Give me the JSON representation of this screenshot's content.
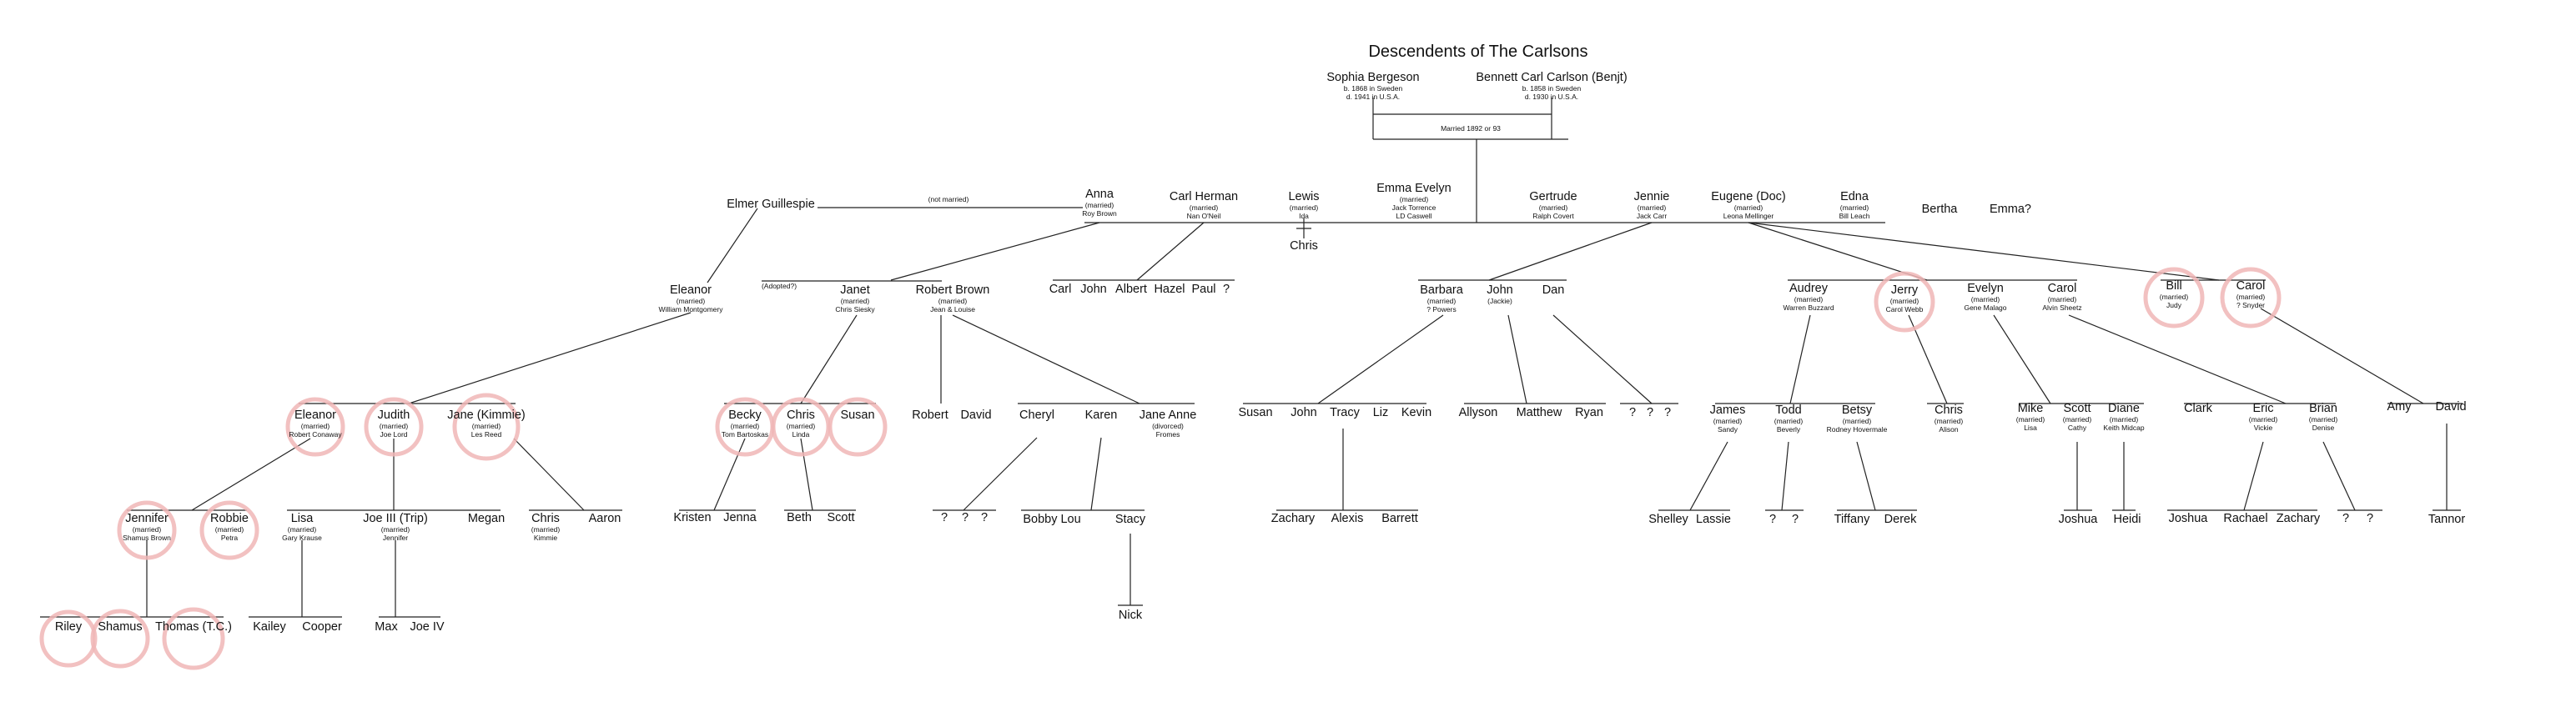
{
  "title": "Descendents of The Carlsons",
  "people": {
    "sophia": {
      "name": "Sophia Bergeson",
      "sub": [
        "b. 1868 in Sweden",
        "d. 1941 in U.S.A."
      ]
    },
    "bennett": {
      "name": "Bennett Carl Carlson (Benjt)",
      "sub": [
        "b. 1858 in Sweden",
        "d. 1930 in U.S.A."
      ]
    },
    "elmer": {
      "name": "Elmer Guillespie",
      "sub": []
    },
    "anna": {
      "name": "Anna",
      "sub": [
        "(married)",
        "Roy Brown"
      ]
    },
    "carlherman": {
      "name": "Carl Herman",
      "sub": [
        "(married)",
        "Nan O'Neil"
      ]
    },
    "lewis": {
      "name": "Lewis",
      "sub": [
        "(married)",
        "Ida"
      ]
    },
    "emma_evelyn": {
      "name": "Emma Evelyn",
      "sub": [
        "(married)",
        "Jack Torrence",
        "LD Caswell"
      ]
    },
    "gertrude": {
      "name": "Gertrude",
      "sub": [
        "(married)",
        "Ralph Covert"
      ]
    },
    "jennie": {
      "name": "Jennie",
      "sub": [
        "(married)",
        "Jack Carr"
      ]
    },
    "eugene": {
      "name": "Eugene (Doc)",
      "sub": [
        "(married)",
        "Leona Mellinger"
      ]
    },
    "edna": {
      "name": "Edna",
      "sub": [
        "(married)",
        "Bill Leach"
      ]
    },
    "bertha": {
      "name": "Bertha",
      "sub": []
    },
    "emmaq": {
      "name": "Emma?",
      "sub": []
    },
    "eleanor1": {
      "name": "Eleanor",
      "sub": [
        "(married)",
        "William Montgomery"
      ]
    },
    "janet": {
      "name": "Janet",
      "sub": [
        "(married)",
        "Chris Siesky"
      ]
    },
    "robertbrown": {
      "name": "Robert Brown",
      "sub": [
        "(married)",
        "Jean & Louise"
      ]
    },
    "carl2": {
      "name": "Carl",
      "sub": []
    },
    "john1": {
      "name": "John",
      "sub": []
    },
    "albert": {
      "name": "Albert",
      "sub": []
    },
    "hazel": {
      "name": "Hazel",
      "sub": []
    },
    "paul": {
      "name": "Paul",
      "sub": []
    },
    "q1": {
      "name": "?",
      "sub": []
    },
    "chris1": {
      "name": "Chris",
      "sub": []
    },
    "barbara": {
      "name": "Barbara",
      "sub": [
        "(married)",
        "? Powers"
      ]
    },
    "john2": {
      "name": "John",
      "sub": [
        "(Jackie)"
      ]
    },
    "dan": {
      "name": "Dan",
      "sub": []
    },
    "audrey": {
      "name": "Audrey",
      "sub": [
        "(married)",
        "Warren Buzzard"
      ]
    },
    "jerry": {
      "name": "Jerry",
      "sub": [
        "(married)",
        "Carol Webb"
      ]
    },
    "evelyn": {
      "name": "Evelyn",
      "sub": [
        "(married)",
        "Gene Malago"
      ]
    },
    "carol1": {
      "name": "Carol",
      "sub": [
        "(married)",
        "Alvin Sheetz"
      ]
    },
    "bill": {
      "name": "Bill",
      "sub": [
        "(married)",
        "Judy"
      ]
    },
    "carol2": {
      "name": "Carol",
      "sub": [
        "(married)",
        "? Snyder"
      ]
    },
    "eleanor2": {
      "name": "Eleanor",
      "sub": [
        "(married)",
        "Robert Conaway"
      ]
    },
    "judith": {
      "name": "Judith",
      "sub": [
        "(married)",
        "Joe Lord"
      ]
    },
    "jane": {
      "name": "Jane (Kimmie)",
      "sub": [
        "(married)",
        "Les Reed"
      ]
    },
    "becky": {
      "name": "Becky",
      "sub": [
        "(married)",
        "Tom Bartoskas"
      ]
    },
    "chris2": {
      "name": "Chris",
      "sub": [
        "(married)",
        "Linda"
      ]
    },
    "susan1": {
      "name": "Susan",
      "sub": []
    },
    "robert2": {
      "name": "Robert",
      "sub": []
    },
    "david1": {
      "name": "David",
      "sub": []
    },
    "cheryl": {
      "name": "Cheryl",
      "sub": []
    },
    "karen": {
      "name": "Karen",
      "sub": []
    },
    "janeanne": {
      "name": "Jane Anne",
      "sub": [
        "(divorced)",
        "Fromes"
      ]
    },
    "susan2": {
      "name": "Susan",
      "sub": []
    },
    "john3": {
      "name": "John",
      "sub": []
    },
    "tracy": {
      "name": "Tracy",
      "sub": []
    },
    "liz": {
      "name": "Liz",
      "sub": []
    },
    "kevin": {
      "name": "Kevin",
      "sub": []
    },
    "allyson": {
      "name": "Allyson",
      "sub": []
    },
    "matthew": {
      "name": "Matthew",
      "sub": []
    },
    "ryan": {
      "name": "Ryan",
      "sub": []
    },
    "q2": {
      "name": "?",
      "sub": []
    },
    "q3": {
      "name": "?",
      "sub": []
    },
    "q4": {
      "name": "?",
      "sub": []
    },
    "james": {
      "name": "James",
      "sub": [
        "(married)",
        "Sandy"
      ]
    },
    "todd": {
      "name": "Todd",
      "sub": [
        "(married)",
        "Beverly"
      ]
    },
    "betsy": {
      "name": "Betsy",
      "sub": [
        "(married)",
        "Rodney Hovermale"
      ]
    },
    "chris3": {
      "name": "Chris",
      "sub": [
        "(married)",
        "Alison"
      ]
    },
    "mike": {
      "name": "Mike",
      "sub": [
        "(married)",
        "Lisa"
      ]
    },
    "scott1": {
      "name": "Scott",
      "sub": [
        "(married)",
        "Cathy"
      ]
    },
    "diane": {
      "name": "Diane",
      "sub": [
        "(married)",
        "Keith Midcap"
      ]
    },
    "clark": {
      "name": "Clark",
      "sub": []
    },
    "eric": {
      "name": "Eric",
      "sub": [
        "(married)",
        "Vickie"
      ]
    },
    "brian": {
      "name": "Brian",
      "sub": [
        "(married)",
        "Denise"
      ]
    },
    "amy": {
      "name": "Amy",
      "sub": []
    },
    "david2": {
      "name": "David",
      "sub": []
    },
    "jennifer": {
      "name": "Jennifer",
      "sub": [
        "(married)",
        "Shamus Brown"
      ]
    },
    "robbie": {
      "name": "Robbie",
      "sub": [
        "(married)",
        "Petra"
      ]
    },
    "lisa": {
      "name": "Lisa",
      "sub": [
        "(married)",
        "Gary Krause"
      ]
    },
    "joe3": {
      "name": "Joe III (Trip)",
      "sub": [
        "(married)",
        "Jennifer"
      ]
    },
    "megan": {
      "name": "Megan",
      "sub": []
    },
    "chris4": {
      "name": "Chris",
      "sub": [
        "(married)",
        "Kimmie"
      ]
    },
    "aaron": {
      "name": "Aaron",
      "sub": []
    },
    "kristen": {
      "name": "Kristen",
      "sub": []
    },
    "jenna": {
      "name": "Jenna",
      "sub": []
    },
    "beth": {
      "name": "Beth",
      "sub": []
    },
    "scott2": {
      "name": "Scott",
      "sub": []
    },
    "q5": {
      "name": "?",
      "sub": []
    },
    "q6": {
      "name": "?",
      "sub": []
    },
    "q7": {
      "name": "?",
      "sub": []
    },
    "bobbylou": {
      "name": "Bobby Lou",
      "sub": []
    },
    "stacy": {
      "name": "Stacy",
      "sub": []
    },
    "zachary1": {
      "name": "Zachary",
      "sub": []
    },
    "alexis": {
      "name": "Alexis",
      "sub": []
    },
    "barrett": {
      "name": "Barrett",
      "sub": []
    },
    "shelley": {
      "name": "Shelley",
      "sub": []
    },
    "lassie": {
      "name": "Lassie",
      "sub": []
    },
    "q8": {
      "name": "?",
      "sub": []
    },
    "q9": {
      "name": "?",
      "sub": []
    },
    "tiffany": {
      "name": "Tiffany",
      "sub": []
    },
    "derek": {
      "name": "Derek",
      "sub": []
    },
    "joshua1": {
      "name": "Joshua",
      "sub": []
    },
    "heidi": {
      "name": "Heidi",
      "sub": []
    },
    "joshua2": {
      "name": "Joshua",
      "sub": []
    },
    "rachael": {
      "name": "Rachael",
      "sub": []
    },
    "zachary2": {
      "name": "Zachary",
      "sub": []
    },
    "q10": {
      "name": "?",
      "sub": []
    },
    "q11": {
      "name": "?",
      "sub": []
    },
    "tannor": {
      "name": "Tannor",
      "sub": []
    },
    "riley": {
      "name": "Riley",
      "sub": []
    },
    "shamus": {
      "name": "Shamus",
      "sub": []
    },
    "thomas": {
      "name": "Thomas (T.C.)",
      "sub": []
    },
    "kailey": {
      "name": "Kailey",
      "sub": []
    },
    "cooper": {
      "name": "Cooper",
      "sub": []
    },
    "max": {
      "name": "Max",
      "sub": []
    },
    "joe4": {
      "name": "Joe IV",
      "sub": []
    },
    "nick": {
      "name": "Nick",
      "sub": []
    }
  },
  "notes": {
    "marriage": "Married 1892 or 93",
    "not_married": "(not married)",
    "adopted": "(Adopted?)"
  },
  "highlighted": [
    "eleanor2",
    "judith",
    "jane",
    "becky",
    "chris2",
    "susan1",
    "jerry",
    "bill",
    "carol2",
    "jennifer",
    "robbie",
    "riley",
    "shamus",
    "thomas"
  ]
}
